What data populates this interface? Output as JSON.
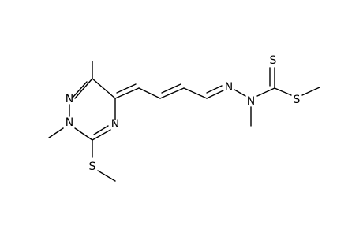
{
  "molecule": {
    "atoms": {
      "n_ring_1": "N",
      "n_ring_2": "N",
      "n_ring_4": "N",
      "s_thioether": "S",
      "n_hydrazone_imine": "N",
      "n_hydrazone_methyl": "N",
      "s_thione": "S",
      "s_ester": "S"
    }
  }
}
